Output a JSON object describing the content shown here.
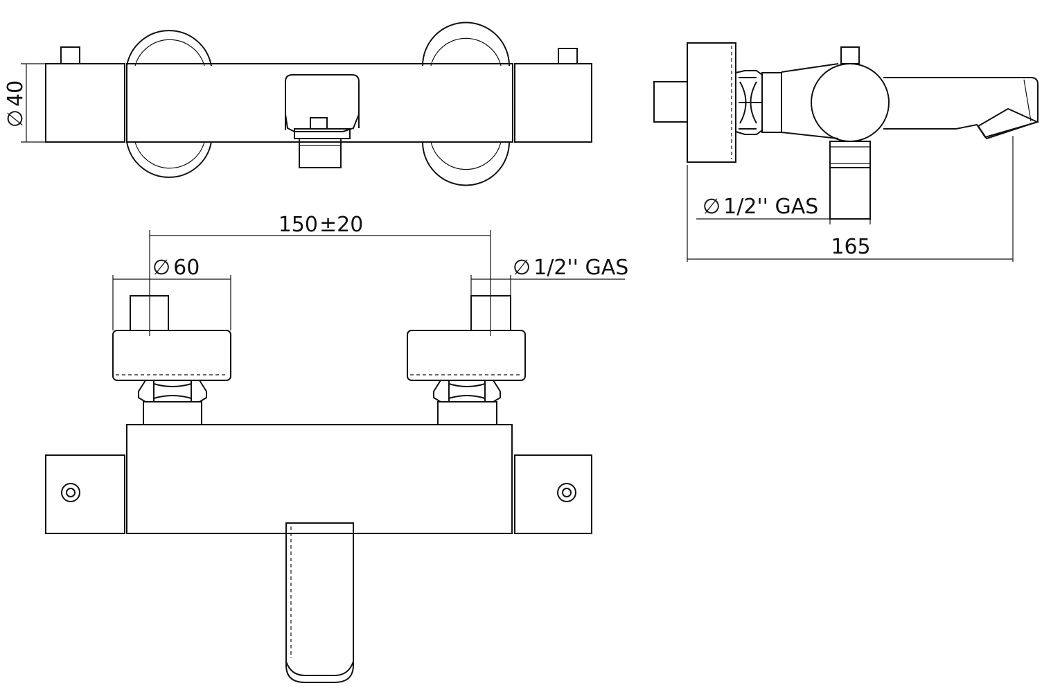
{
  "dimensions": {
    "top_diameter": "40",
    "center_distance": "150",
    "center_tolerance": "±20",
    "flange_diameter": "60",
    "front_inlet_thread": "1/2'' GAS",
    "side_outlet_thread": "1/2'' GAS",
    "depth": "165"
  },
  "symbols": {
    "diameter": "∅"
  }
}
